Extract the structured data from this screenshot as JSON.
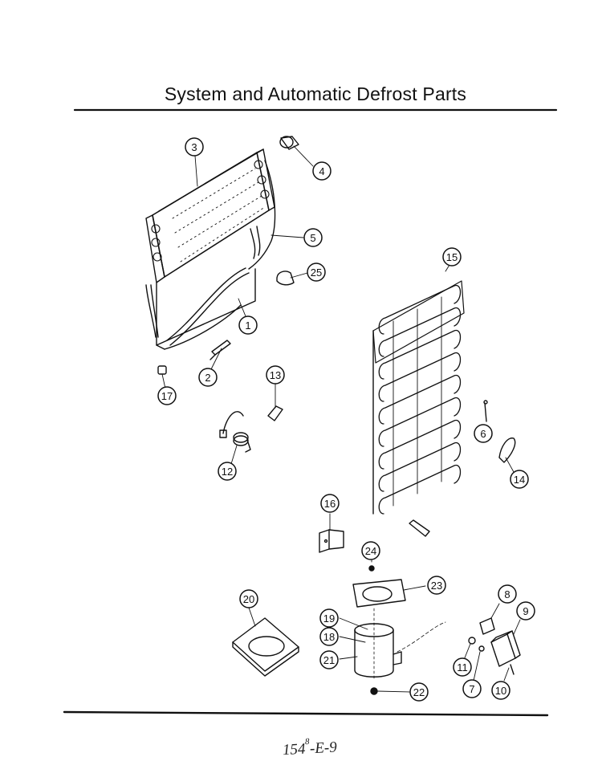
{
  "title": "System and Automatic Defrost Parts",
  "footer": {
    "code_main": "154",
    "code_sup": "8",
    "code_tail": "-E-9"
  },
  "callouts": [
    "1",
    "2",
    "3",
    "4",
    "5",
    "6",
    "7",
    "8",
    "9",
    "10",
    "11",
    "12",
    "13",
    "14",
    "15",
    "16",
    "17",
    "18",
    "19",
    "20",
    "21",
    "22",
    "23",
    "24",
    "25"
  ]
}
